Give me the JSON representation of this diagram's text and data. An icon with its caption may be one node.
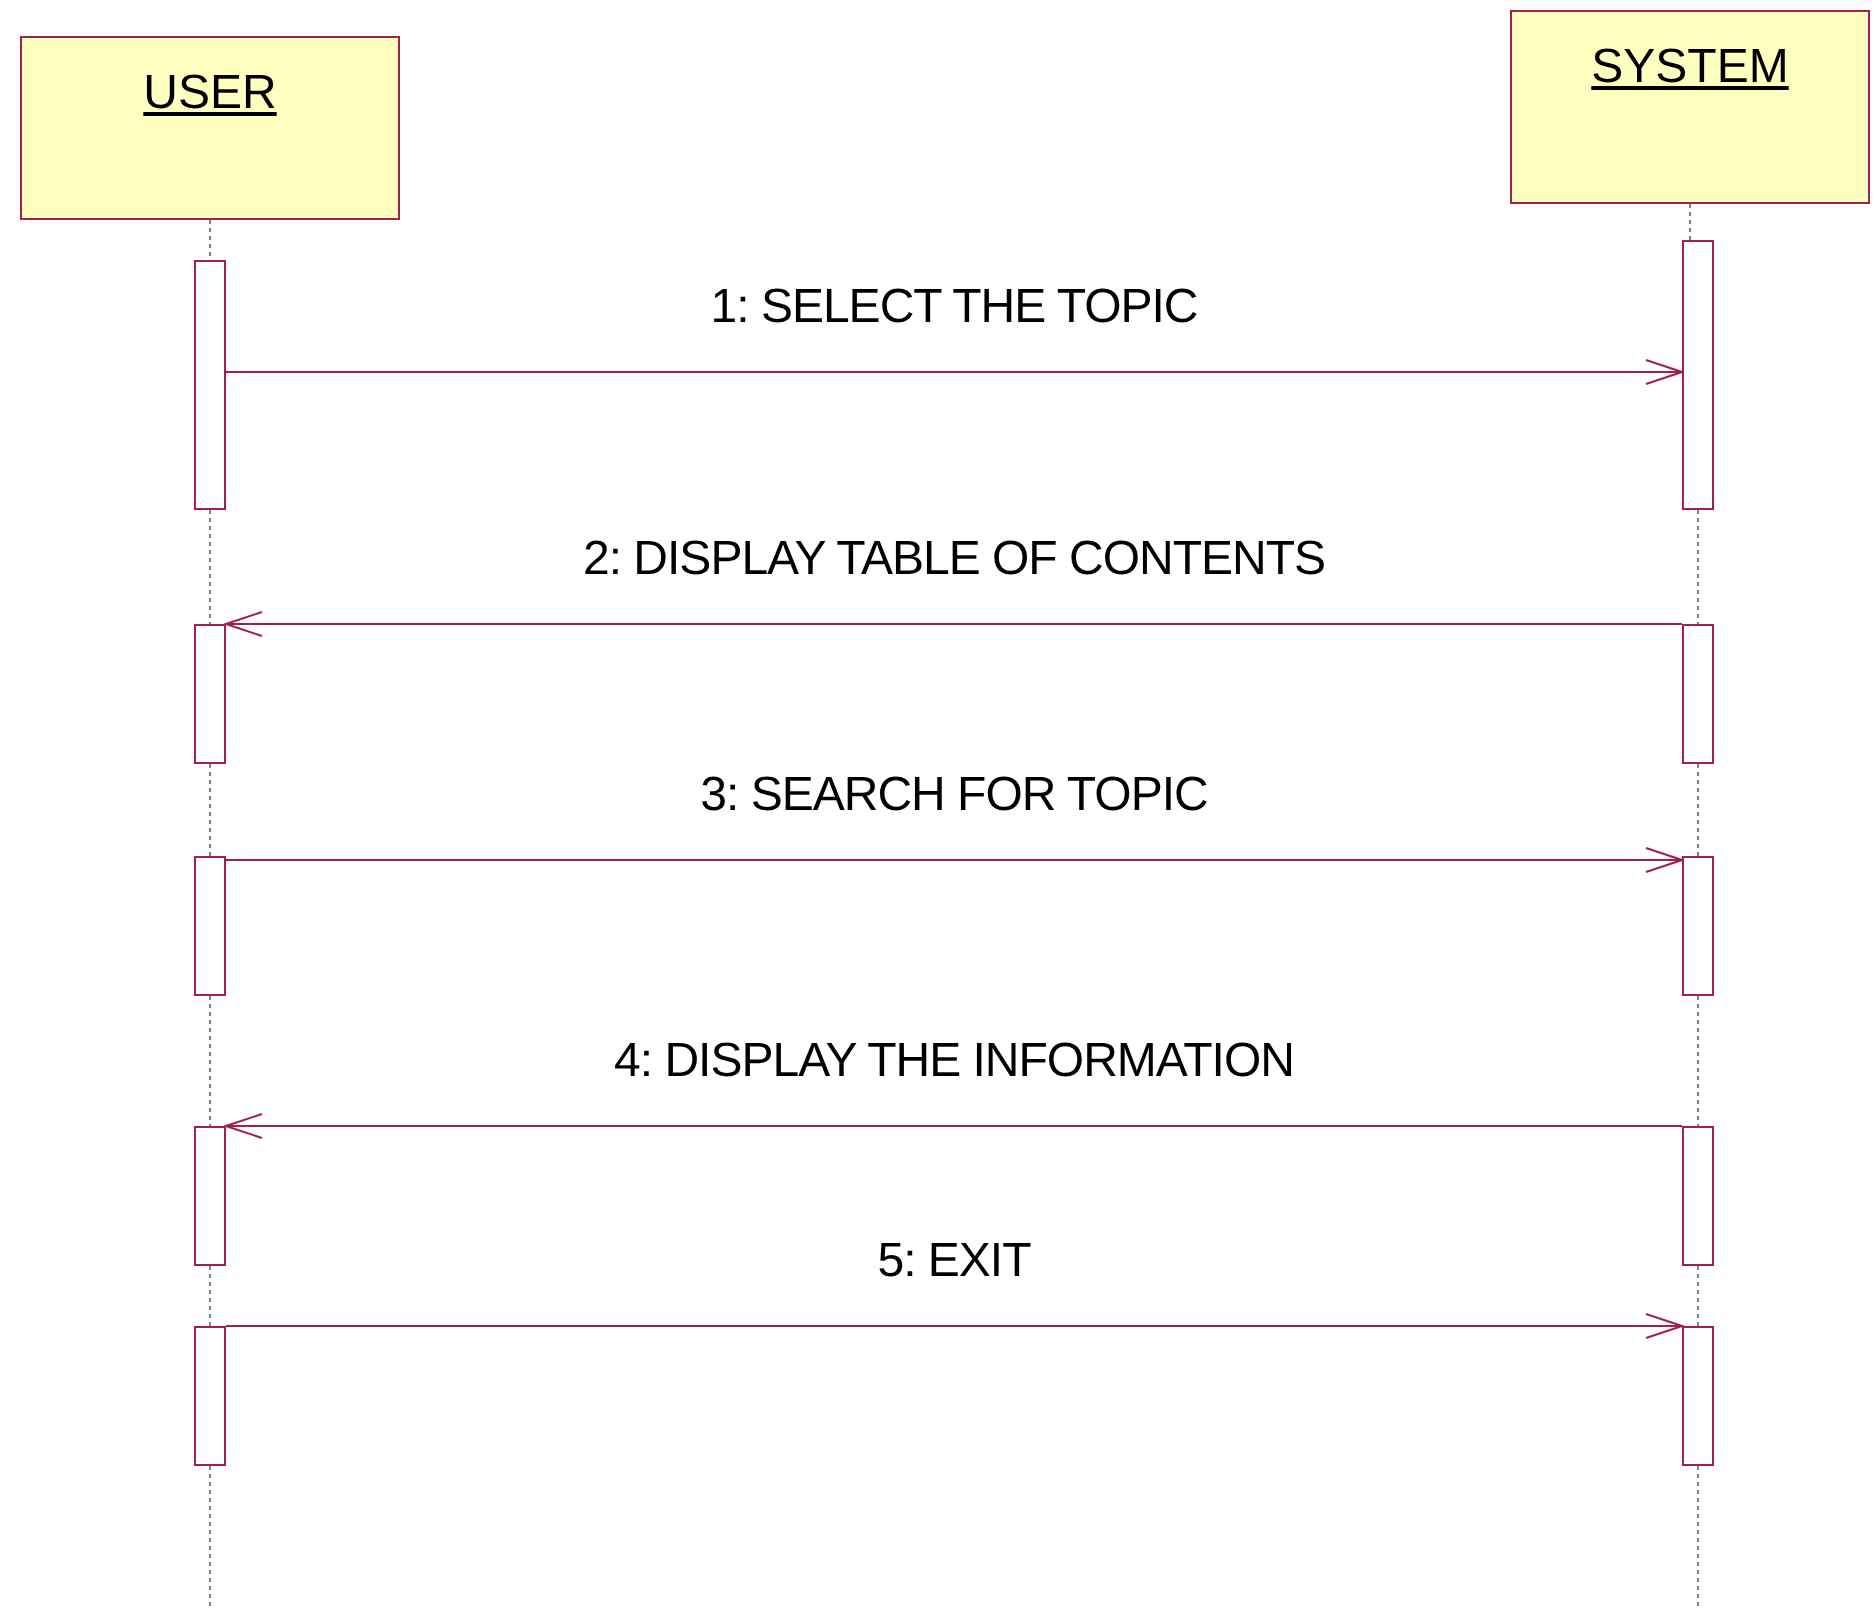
{
  "diagram": {
    "nodes": [
      {
        "text": [
          "USER"
        ]
      },
      {
        "text": [
          "SYSTEM"
        ]
      },
      {
        "text": [],
        "shape": "bar"
      },
      {
        "text": [],
        "shape": "bar"
      },
      {
        "text": [],
        "shape": "bar"
      },
      {
        "text": [],
        "shape": "bar"
      },
      {
        "text": [],
        "shape": "bar"
      },
      {
        "text": [],
        "shape": "bar"
      },
      {
        "text": [],
        "shape": "bar"
      },
      {
        "text": [],
        "shape": "bar"
      },
      {
        "text": [],
        "shape": "bar"
      },
      {
        "text": [],
        "shape": "bar"
      }
    ],
    "edges": [
      {
        "from": 2,
        "to": 7,
        "arrow": "to",
        "label": "1: SELECT THE TOPIC",
        "color": "#a3204c"
      },
      {
        "from": 8,
        "to": 3,
        "arrow": "to",
        "label": "2: DISPLAY TABLE OF CONTENTS",
        "color": "#a3204c"
      },
      {
        "from": 4,
        "to": 9,
        "arrow": "to",
        "label": "3: SEARCH FOR TOPIC",
        "color": "#a3204c"
      },
      {
        "from": 10,
        "to": 5,
        "arrow": "to",
        "label": "4: DISPLAY THE INFORMATION",
        "color": "#a3204c"
      },
      {
        "from": 6,
        "to": 11,
        "arrow": "to",
        "label": "5: EXIT",
        "color": "#a3204c"
      },
      {
        "from": 0,
        "to": 2,
        "arrow": "none",
        "style": "dashed",
        "color": "#808080"
      },
      {
        "from": 2,
        "to": 3,
        "arrow": "none",
        "style": "dashed",
        "color": "#808080"
      },
      {
        "from": 3,
        "to": 4,
        "arrow": "none",
        "style": "dashed",
        "color": "#808080"
      },
      {
        "from": 4,
        "to": 5,
        "arrow": "none",
        "style": "dashed",
        "color": "#808080"
      },
      {
        "from": 5,
        "to": 6,
        "arrow": "none",
        "style": "dashed",
        "color": "#808080"
      },
      {
        "from": 6,
        "to": null,
        "arrow": "none",
        "style": "dashed",
        "color": "#808080"
      },
      {
        "from": 1,
        "to": 7,
        "arrow": "none",
        "style": "dashed",
        "color": "#808080"
      },
      {
        "from": 7,
        "to": 8,
        "arrow": "none",
        "style": "dashed",
        "color": "#808080"
      },
      {
        "from": 8,
        "to": 9,
        "arrow": "none",
        "style": "dashed",
        "color": "#808080"
      },
      {
        "from": 9,
        "to": 10,
        "arrow": "none",
        "style": "dashed",
        "color": "#808080"
      },
      {
        "from": 10,
        "to": 11,
        "arrow": "none",
        "style": "dashed",
        "color": "#808080"
      },
      {
        "from": 11,
        "to": null,
        "arrow": "none",
        "style": "dashed",
        "color": "#808080"
      }
    ]
  }
}
